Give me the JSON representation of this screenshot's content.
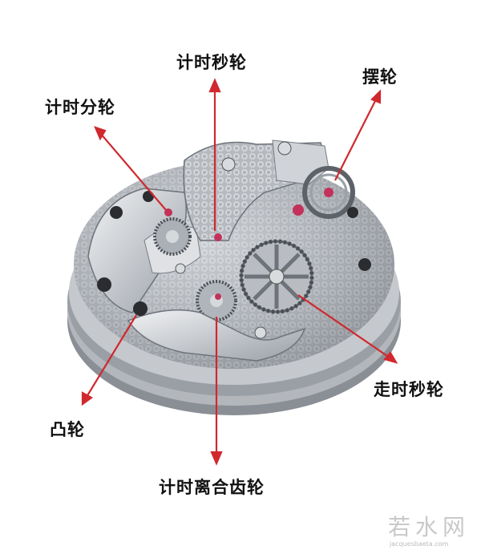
{
  "labels": {
    "chrono_seconds_wheel": "计时秒轮",
    "balance_wheel": "摆轮",
    "chrono_minutes_wheel": "计时分轮",
    "running_seconds_wheel": "走时秒轮",
    "cam": "凸轮",
    "chrono_clutch_wheel": "计时离合齿轮"
  },
  "watermark": {
    "text": "若水网",
    "sub": "jacquesbaeta.com"
  },
  "colors": {
    "arrow": "#d0282e",
    "metal_light": "#c9ccd0",
    "metal_dark": "#6b7077",
    "jewel": "#c2325a",
    "screw": "#2a2c30"
  }
}
